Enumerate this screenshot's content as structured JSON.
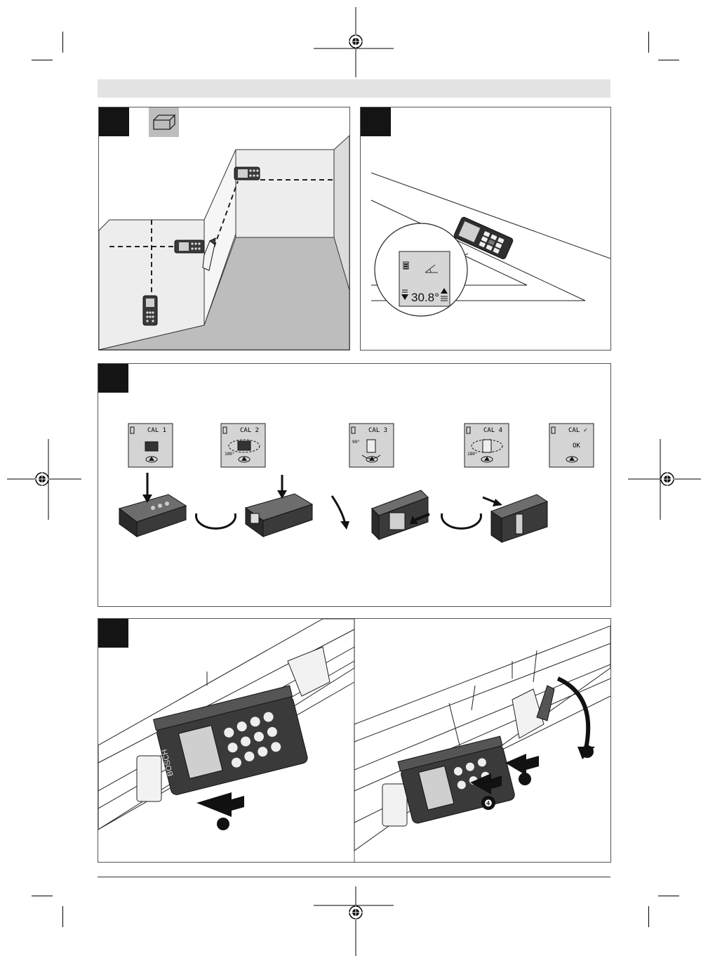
{
  "page": {
    "background": "#ffffff",
    "header_bar_color": "#e3e3e3",
    "figure_tab_color": "#141414"
  },
  "figure_a": {
    "mode_icon": "wall-area-mode-icon"
  },
  "figure_b": {
    "display_value": "30.8°",
    "icons": [
      "battery-icon",
      "angle-icon",
      "arrow-down-icon",
      "arrow-up-icon"
    ]
  },
  "figure_c": {
    "screens": [
      {
        "label": "CAL 1",
        "angle": ""
      },
      {
        "label": "CAL 2",
        "angle": "180°"
      },
      {
        "label": "CAL 3",
        "angle": "90°"
      },
      {
        "label": "CAL 4",
        "angle": "180°"
      },
      {
        "label": "CAL ✓",
        "ok": "OK"
      }
    ]
  },
  "figure_d": {
    "steps": [
      "❹"
    ]
  }
}
